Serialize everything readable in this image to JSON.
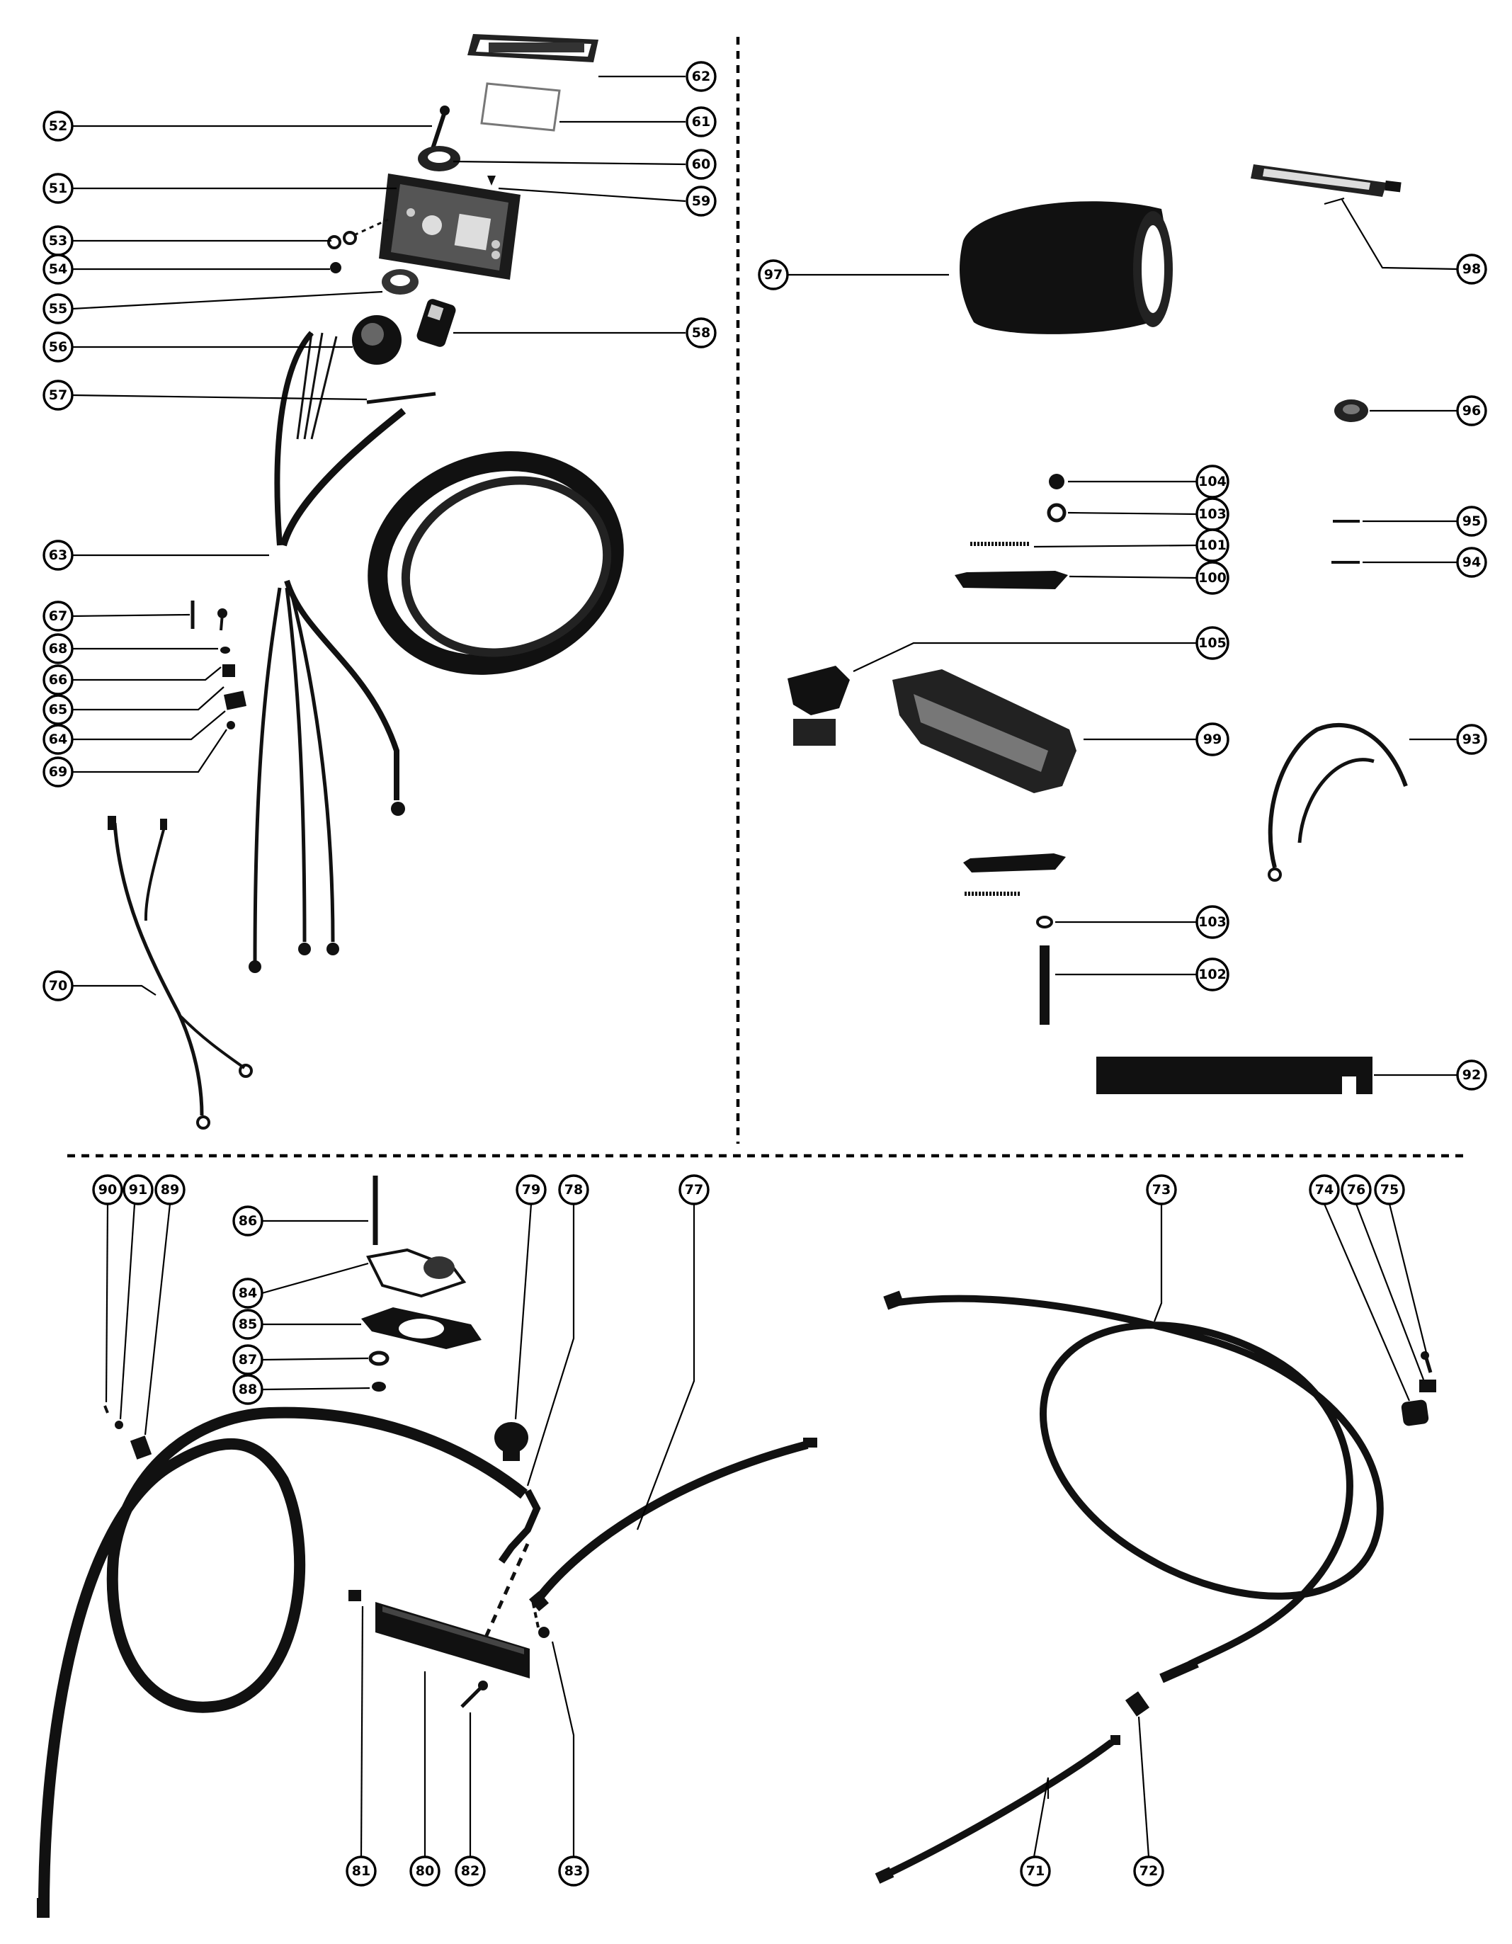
{
  "callouts": [
    {
      "id": "c62",
      "label": "62"
    },
    {
      "id": "c61",
      "label": "61"
    },
    {
      "id": "c52",
      "label": "52"
    },
    {
      "id": "c60",
      "label": "60"
    },
    {
      "id": "c51",
      "label": "51"
    },
    {
      "id": "c59",
      "label": "59"
    },
    {
      "id": "c53",
      "label": "53"
    },
    {
      "id": "c54",
      "label": "54"
    },
    {
      "id": "c55",
      "label": "55"
    },
    {
      "id": "c56",
      "label": "56"
    },
    {
      "id": "c58",
      "label": "58"
    },
    {
      "id": "c57",
      "label": "57"
    },
    {
      "id": "c63",
      "label": "63"
    },
    {
      "id": "c67",
      "label": "67"
    },
    {
      "id": "c68",
      "label": "68"
    },
    {
      "id": "c66",
      "label": "66"
    },
    {
      "id": "c65",
      "label": "65"
    },
    {
      "id": "c64",
      "label": "64"
    },
    {
      "id": "c69",
      "label": "69"
    },
    {
      "id": "c70",
      "label": "70"
    },
    {
      "id": "c97",
      "label": "97"
    },
    {
      "id": "c98",
      "label": "98"
    },
    {
      "id": "c96",
      "label": "96"
    },
    {
      "id": "c104",
      "label": "104"
    },
    {
      "id": "c103a",
      "label": "103"
    },
    {
      "id": "c101",
      "label": "101"
    },
    {
      "id": "c100",
      "label": "100"
    },
    {
      "id": "c95",
      "label": "95"
    },
    {
      "id": "c94",
      "label": "94"
    },
    {
      "id": "c105",
      "label": "105"
    },
    {
      "id": "c99",
      "label": "99"
    },
    {
      "id": "c93",
      "label": "93"
    },
    {
      "id": "c103b",
      "label": "103"
    },
    {
      "id": "c102",
      "label": "102"
    },
    {
      "id": "c92",
      "label": "92"
    },
    {
      "id": "c90",
      "label": "90"
    },
    {
      "id": "c91",
      "label": "91"
    },
    {
      "id": "c89",
      "label": "89"
    },
    {
      "id": "c86",
      "label": "86"
    },
    {
      "id": "c84",
      "label": "84"
    },
    {
      "id": "c85",
      "label": "85"
    },
    {
      "id": "c87",
      "label": "87"
    },
    {
      "id": "c88",
      "label": "88"
    },
    {
      "id": "c79",
      "label": "79"
    },
    {
      "id": "c78",
      "label": "78"
    },
    {
      "id": "c77",
      "label": "77"
    },
    {
      "id": "c81",
      "label": "81"
    },
    {
      "id": "c80",
      "label": "80"
    },
    {
      "id": "c82",
      "label": "82"
    },
    {
      "id": "c83",
      "label": "83"
    },
    {
      "id": "c73",
      "label": "73"
    },
    {
      "id": "c74",
      "label": "74"
    },
    {
      "id": "c76",
      "label": "76"
    },
    {
      "id": "c75",
      "label": "75"
    },
    {
      "id": "c71",
      "label": "71"
    },
    {
      "id": "c72",
      "label": "72"
    }
  ],
  "colors": {
    "ink": "#000000",
    "paper": "#ffffff"
  }
}
